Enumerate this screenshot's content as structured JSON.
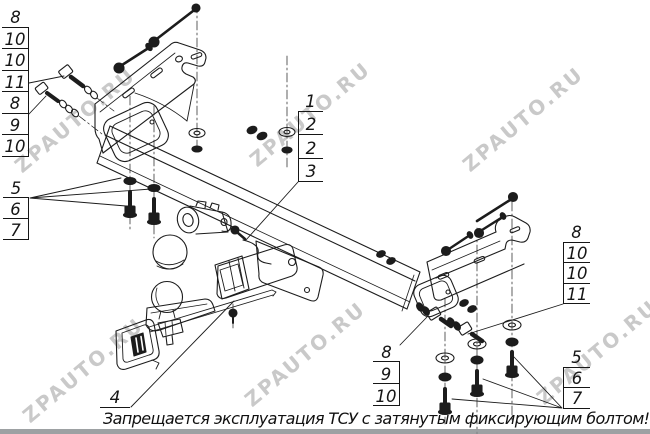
{
  "watermark_text": "ZPAUTO.RU",
  "warning_text": "Запрещается эксплуатация ТСУ с затянутым фиксирующим болтом!",
  "labels": {
    "top_left": [
      "8",
      "10",
      "10",
      "11",
      "8",
      "9",
      "10"
    ],
    "left_middle": [
      "5",
      "6",
      "7"
    ],
    "center": [
      "1",
      "2",
      "2",
      "3"
    ],
    "right_upper": [
      "8",
      "10",
      "10",
      "11"
    ],
    "bottom_middle": [
      "8",
      "9",
      "10"
    ],
    "bottom_right": [
      "5",
      "6",
      "7"
    ],
    "ball_mount": "4"
  },
  "colors": {
    "line": "#1c1c1c",
    "watermark": "#c9c9c9",
    "background": "#ffffff",
    "bottom_strip": "#85898c"
  }
}
